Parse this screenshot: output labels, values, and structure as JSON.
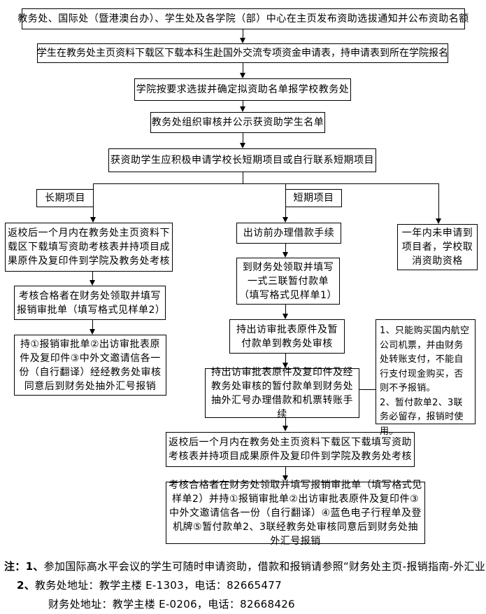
{
  "flowchart": {
    "main": {
      "step1": "教务处、国际处（暨港澳台办）、学生处及各学院（部）中心在主页发布资助选拔通知并公布资助名额",
      "step2": "学生在教务处主页资料下载区下载本科生赴国外交流专项资金申请表，持申请表到所在学院报名",
      "step3": "学院按要求选拔并确定拟资助名单报学校教务处",
      "step4": "教务处组织审核并公示获资助学生名单",
      "step5": "获资助学生应积极申请学校长短期项目或自行联系短期项目"
    },
    "branch_labels": {
      "long": "长期项目",
      "short": "短期项目"
    },
    "long_term": {
      "step1": "返校后一个月内在教务处主页资料下载区下载填写资助考核表并持项目成果原件及复印件到学院及教务处考核",
      "step2": "考核合格者在财务处领取并填写报销审批单（填写格式见样单2）",
      "step3": "持①报销审批单②出访审批表原件及复印件③中外文邀请信各一份（自行翻译）经经教务处审核同意后到财务处抽外汇号报销"
    },
    "short_term": {
      "step1": "出访前办理借款手续",
      "step2": "到财务处领取并填写一式三联暂付款单（填写格式见样单1）",
      "step3": "持出访审批表原件及暂付款单到教务处审核",
      "step4": "持出访审批表原件及复印件及经教务处审核的暂付款单到财务处抽外汇号办理借款和机票转账手续",
      "step5": "返校后一个月内在教务处主页资料下载区下载填写资助考核表并持项目成果原件及复印件到学院及教务处考核",
      "step6": "考核合格者在财务处领取并填写报销审批单（填写格式见样单2）并持①报销审批单②出访审批表原件及复印件③中外文邀请信各一份（自行翻译）④蓝色电子行程单及登机牌⑤暂付款单2、3联经教务处审核同意后到财务处抽外汇号报销"
    },
    "no_project": "一年内未申请到项目者，学校取消资助资格",
    "side_note": {
      "line1": "1、只能购买国内航空公司机票，并由财务处转账支付，不能自行支付现金购买，否则不予报销。",
      "line2": "2、暂付款单2、3联务必留存，报销时使用。"
    },
    "footnotes": {
      "label": "注：",
      "item1_num": "1、",
      "item1_text": "参加国际高水平会议的学生可随时申请资助，借款和报销请参照“财务处主页-报销指南-外汇业务”",
      "item2_num": "2、",
      "item2_text": "教务处地址：教学主楼 E-1303，电话：82665477",
      "item3_text": "财务处地址：教学主楼 E-0206，电话：82668426"
    }
  }
}
